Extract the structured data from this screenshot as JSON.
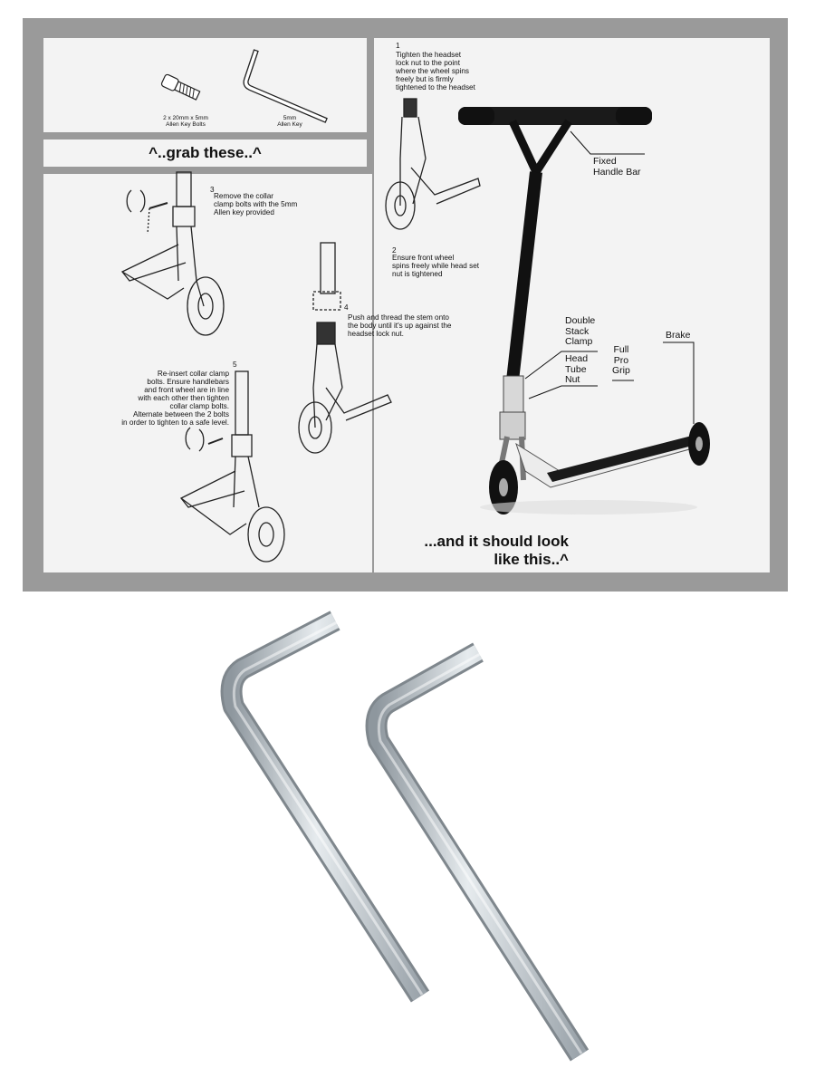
{
  "parts": {
    "bolts_label": "2 x 20mm x 5mm\nAllen Key Bolts",
    "key_label": "5mm\nAllen Key"
  },
  "grab_caption": "^..grab these..^",
  "steps": [
    {
      "number": "1",
      "text": "Tighten the headset\nlock nut to the point\nwhere the wheel spins\nfreely but is firmly\ntightened to the headset"
    },
    {
      "number": "2",
      "text": "Ensure front wheel\nspins freely while head set\nnut is tightened"
    },
    {
      "number": "3",
      "text": "Remove the collar\nclamp bolts with the 5mm\nAllen key provided"
    },
    {
      "number": "4",
      "text": "Push and thread the stem onto\nthe body until it's up against the\nheadset lock nut."
    },
    {
      "number": "5",
      "text": "Re-insert collar clamp\nbolts. Ensure handlebars\nand front wheel are in line\nwith each other then tighten\ncollar clamp bolts.\nAlternate between the 2 bolts\nin order to tighten to a safe level."
    }
  ],
  "callouts": {
    "handle_bar": "Fixed\nHandle Bar",
    "clamp": "Double\nStack\nClamp",
    "head_tube": "Head\nTube\nNut",
    "grip": "Full\nPro\nGrip",
    "brake": "Brake"
  },
  "result_caption": "...and it should look\nlike this..^",
  "colors": {
    "sheet_border": "#9a9a9a",
    "panel": "#f3f3f3",
    "steel": "#b8c0c8"
  }
}
